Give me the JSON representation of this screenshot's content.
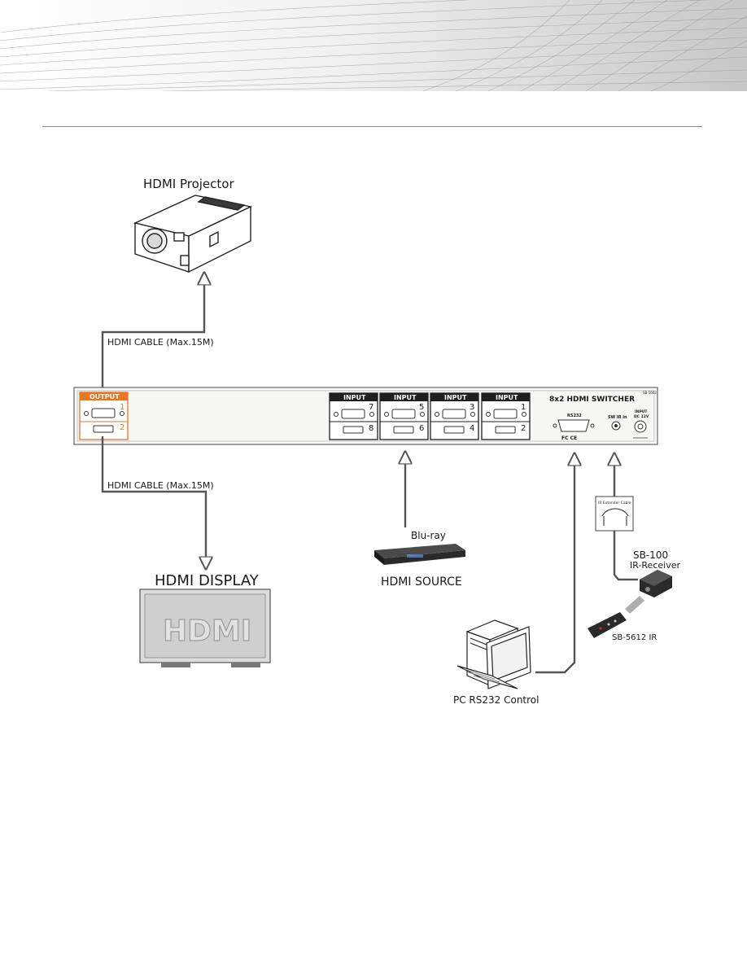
{
  "projector": {
    "label": "HDMI Projector"
  },
  "display": {
    "label": "HDMI DISPLAY",
    "screen_text": "HDMI"
  },
  "cables": {
    "top_label": "HDMI CABLE (Max.15M)",
    "bottom_label": "HDMI CABLE (Max.15M)"
  },
  "switcher": {
    "title": "8x2 HDMI SWITCHER",
    "model_small": "SB-5662",
    "output_header": "OUTPUT",
    "output_ports": [
      "1",
      "2"
    ],
    "input_header": "INPUT",
    "input_groups": [
      {
        "top": "7",
        "bottom": "8"
      },
      {
        "top": "5",
        "bottom": "6"
      },
      {
        "top": "3",
        "bottom": "4"
      },
      {
        "top": "1",
        "bottom": "2"
      }
    ],
    "rs232_label": "RS232",
    "ir_label": "SW IR in",
    "power_label_1": "INPUT",
    "power_label_2": "DC 12V",
    "cert_marks": "FC CE"
  },
  "source": {
    "device_label": "Blu-ray",
    "label": "HDMI SOURCE"
  },
  "ir": {
    "extender_label": "IR Extender Cable",
    "receiver_model": "SB-100",
    "receiver_label": "IR-Receiver",
    "remote_label": "SB-5612 IR"
  },
  "pc": {
    "label": "PC RS232 Control"
  },
  "colors": {
    "accent": "#e87722",
    "line": "#555555",
    "panel": "#f7f7f5",
    "dark": "#1f1f1f"
  }
}
